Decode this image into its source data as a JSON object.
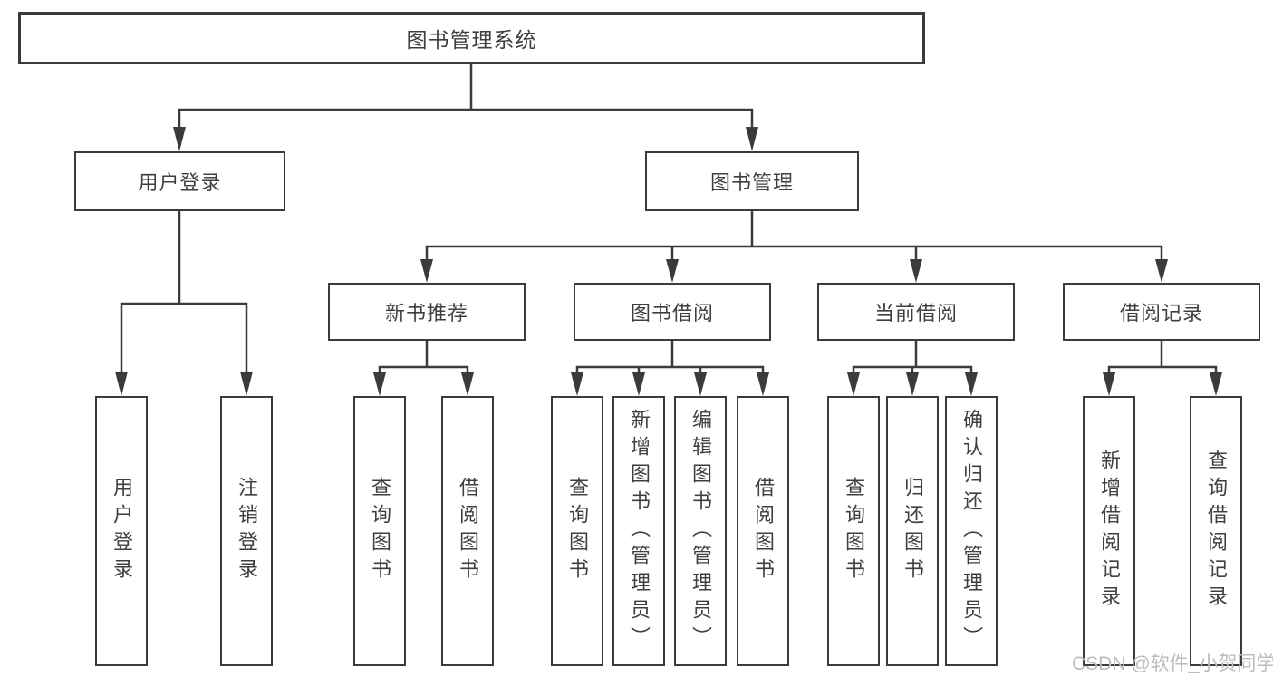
{
  "diagram": {
    "root": "图书管理系统",
    "user_login": {
      "label": "用户登录",
      "leaves": [
        "用户登录",
        "注销登录"
      ]
    },
    "book_mgmt": {
      "label": "图书管理",
      "groups": [
        {
          "label": "新书推荐",
          "leaves": [
            "查询图书",
            "借阅图书"
          ]
        },
        {
          "label": "图书借阅",
          "leaves": [
            "查询图书",
            "新增图书（管理员）",
            "编辑图书（管理员）",
            "借阅图书"
          ]
        },
        {
          "label": "当前借阅",
          "leaves": [
            "查询图书",
            "归还图书",
            "确认归还（管理员）"
          ]
        },
        {
          "label": "借阅记录",
          "leaves": [
            "新增借阅记录",
            "查询借阅记录"
          ]
        }
      ]
    }
  },
  "watermark": "CSDN @软件_小贺同学",
  "colors": {
    "line": "#3b3b3b",
    "text": "#3f3f3f",
    "watermark": "#bcbcbc",
    "background": "#ffffff"
  }
}
